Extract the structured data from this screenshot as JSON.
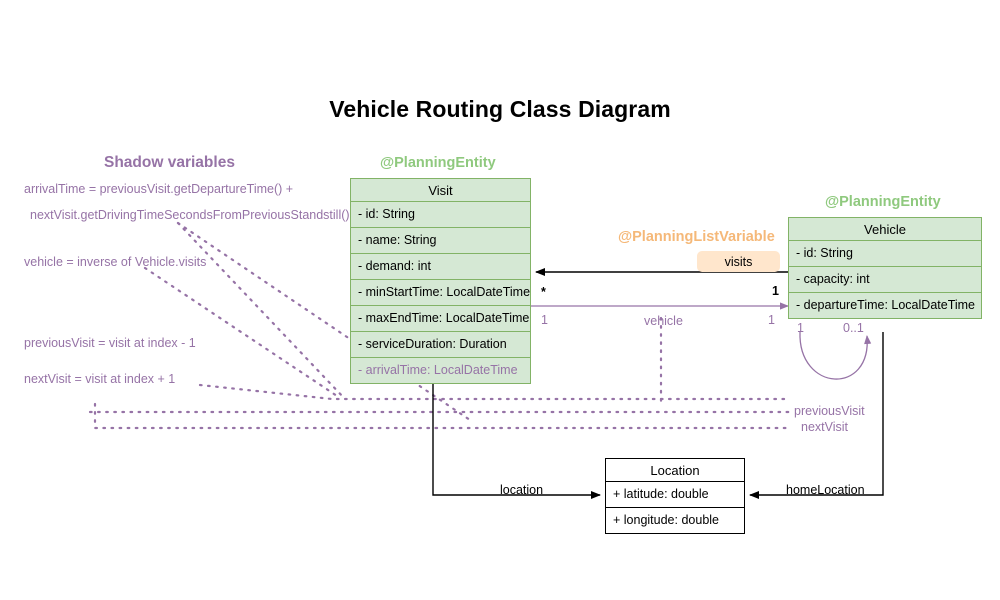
{
  "diagram": {
    "title": "Vehicle Routing Class Diagram",
    "colors": {
      "entity_fill": "#d5e8d4",
      "entity_stroke": "#82b366",
      "stereotype_green": "#8fc97e",
      "stereotype_orange": "#f5b878",
      "badge_fill": "#ffe6cc",
      "shadow_purple": "#9673a6",
      "plain_stroke": "#000000",
      "background": "#ffffff"
    }
  },
  "shadow_panel": {
    "heading": "Shadow variables",
    "notes": [
      "arrivalTime = previousVisit.getDepartureTime() +",
      "nextVisit.getDrivingTimeSecondsFromPreviousStandstill()",
      "vehicle = inverse of Vehicle.visits",
      "previousVisit = visit at index - 1",
      "nextVisit = visit at index + 1"
    ]
  },
  "classes": {
    "visit": {
      "stereotype": "@PlanningEntity",
      "name": "Visit",
      "attributes": [
        {
          "text": "- id: String",
          "shadow": false
        },
        {
          "text": "- name: String",
          "shadow": false
        },
        {
          "text": "- demand: int",
          "shadow": false
        },
        {
          "text": "- minStartTime: LocalDateTime",
          "shadow": false
        },
        {
          "text": "- maxEndTime: LocalDateTime",
          "shadow": false
        },
        {
          "text": "- serviceDuration: Duration",
          "shadow": false
        },
        {
          "text": "- arrivalTime: LocalDateTime",
          "shadow": true
        }
      ]
    },
    "vehicle": {
      "stereotype": "@PlanningEntity",
      "name": "Vehicle",
      "attributes": [
        {
          "text": "- id: String",
          "shadow": false
        },
        {
          "text": "- capacity: int",
          "shadow": false
        },
        {
          "text": "- departureTime: LocalDateTime",
          "shadow": false
        }
      ]
    },
    "location": {
      "name": "Location",
      "attributes": [
        {
          "text": "+ latitude: double",
          "shadow": false
        },
        {
          "text": "+ longitude: double",
          "shadow": false
        }
      ]
    }
  },
  "annotations": {
    "planning_list_variable": "@PlanningListVariable",
    "visits_badge": "visits"
  },
  "relations": {
    "visits": {
      "label": "visits",
      "source_multiplicity": "1",
      "target_multiplicity": "*"
    },
    "vehicle_ref": {
      "label": "vehicle",
      "source_multiplicity": "1",
      "target_multiplicity": "1"
    },
    "previous_visit": {
      "label": "previousVisit"
    },
    "next_visit": {
      "label": "nextVisit"
    },
    "self_loop": {
      "source_multiplicity": "1",
      "target_multiplicity": "0..1"
    },
    "location": {
      "label": "location"
    },
    "home_location": {
      "label": "homeLocation"
    }
  }
}
